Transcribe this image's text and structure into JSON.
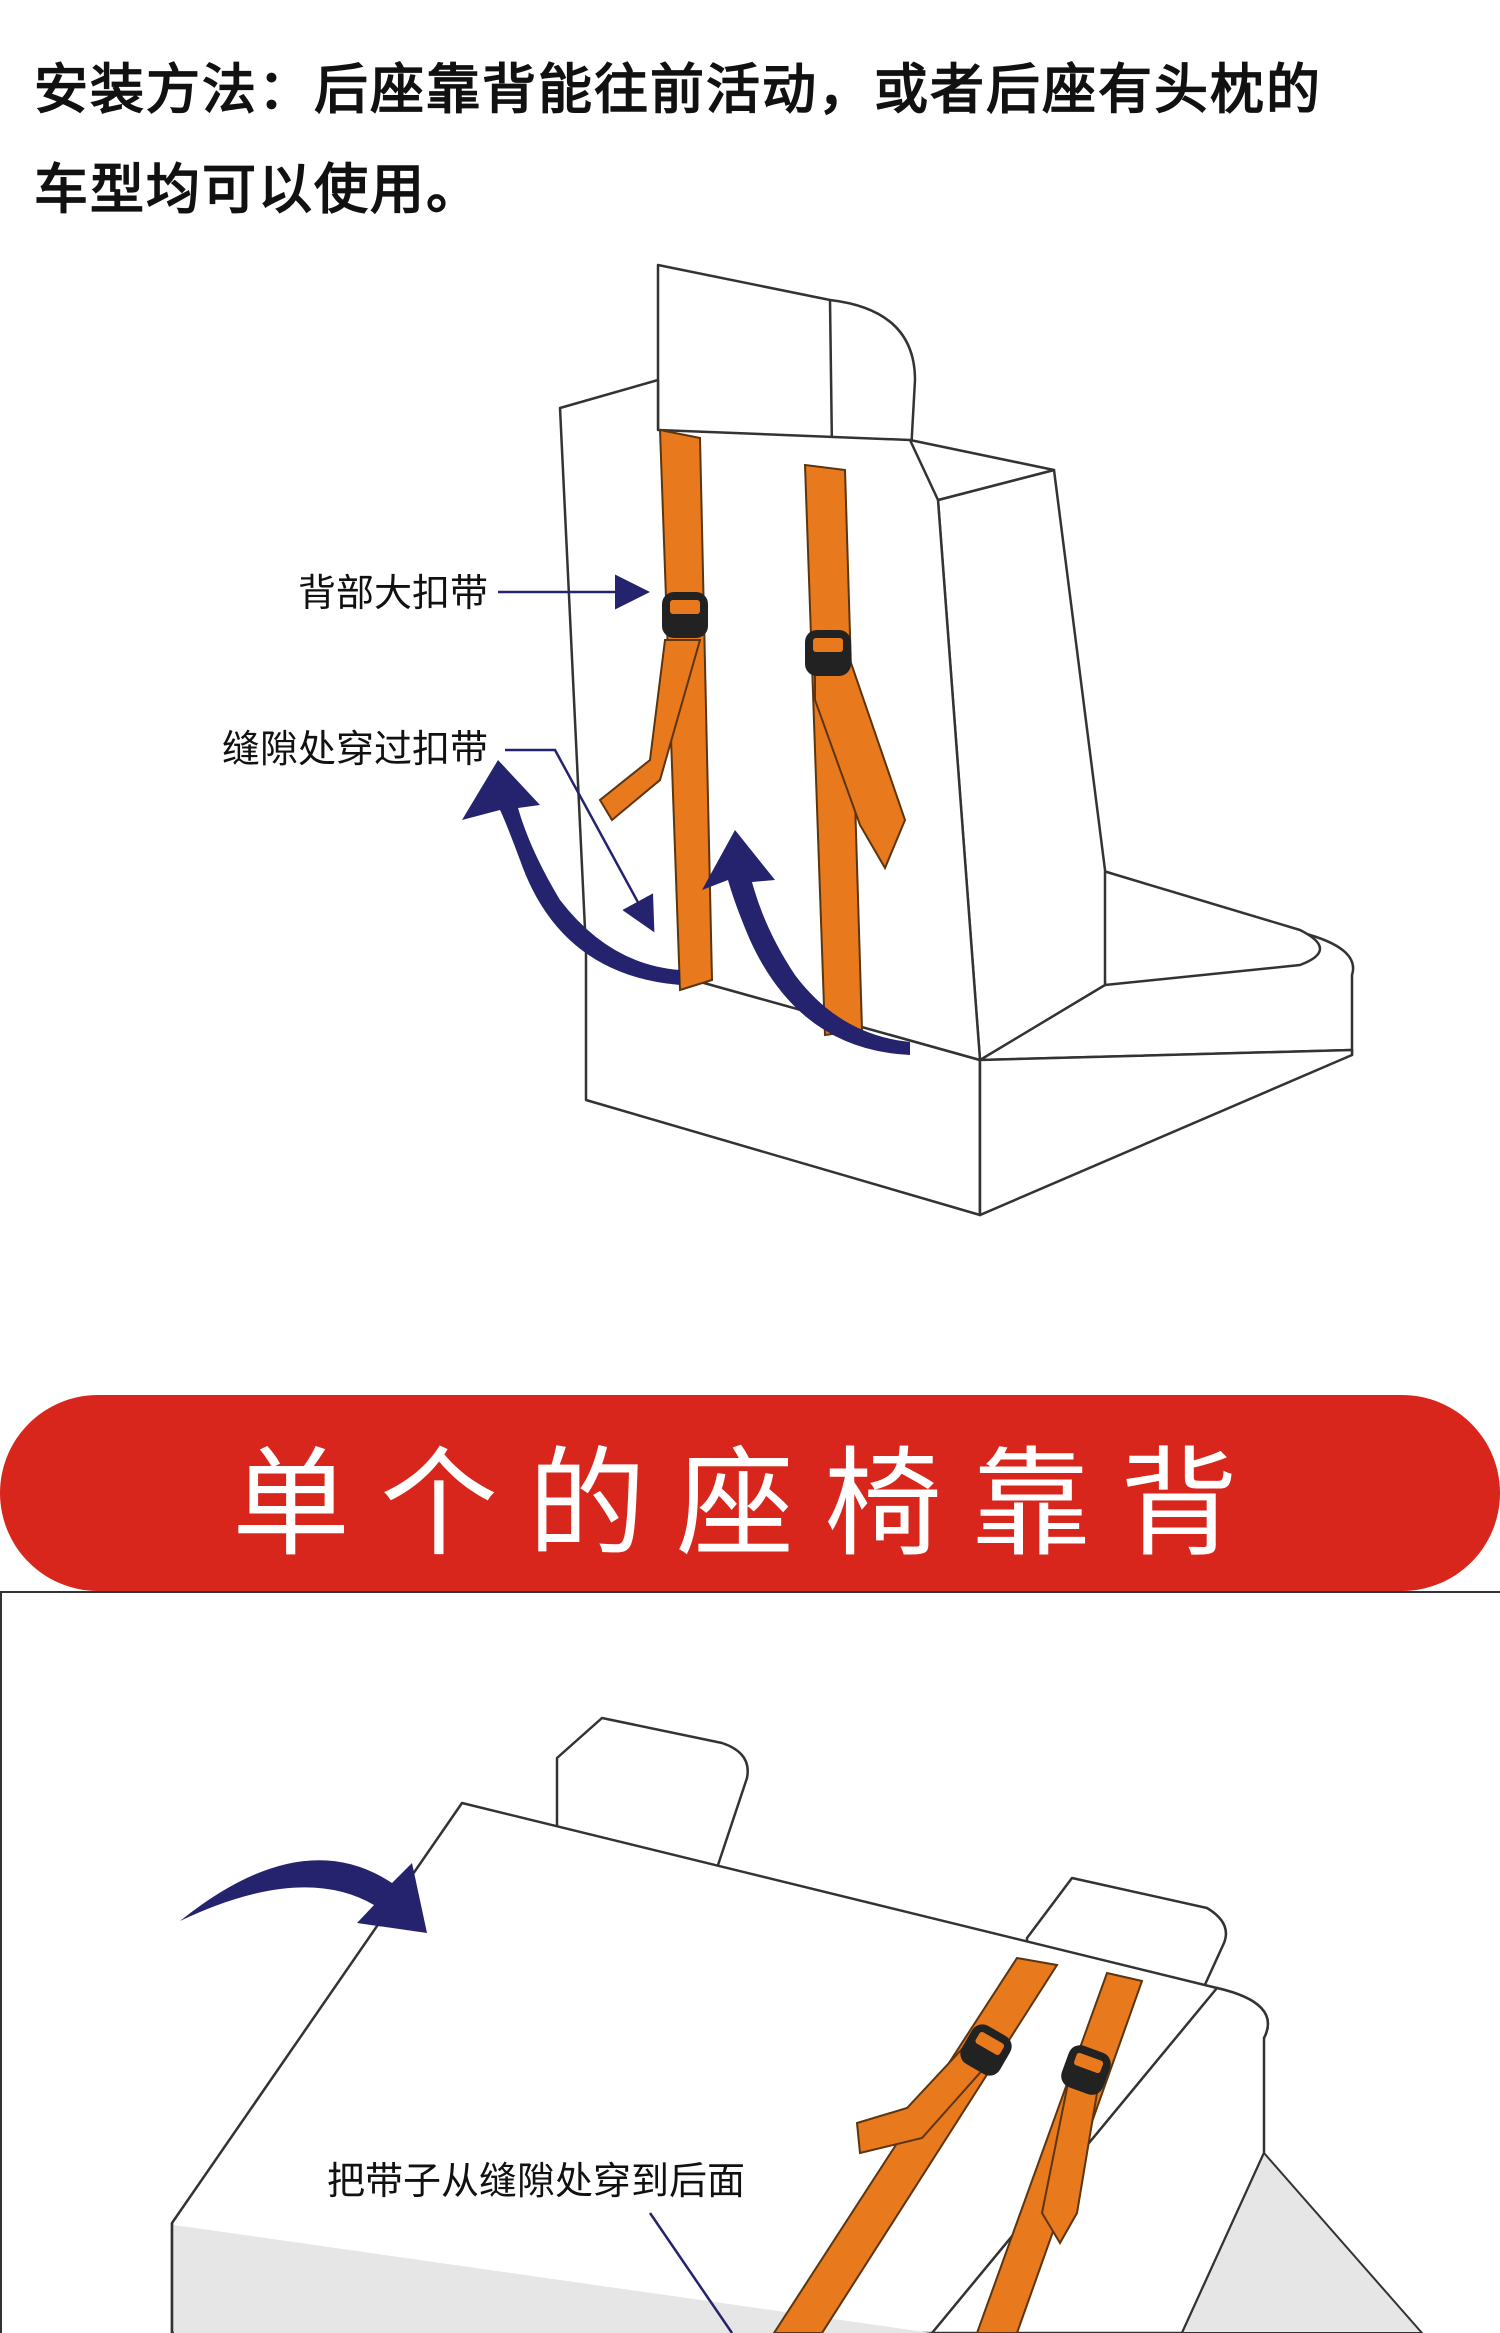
{
  "intro": {
    "line1": "安装方法：后座靠背能往前活动，或者后座有头枕的",
    "line2": "车型均可以使用。"
  },
  "diagram1": {
    "label_back_strap": "背部大扣带",
    "label_gap_strap": "缝隙处穿过扣带"
  },
  "banner": {
    "title": "单个的座椅靠背"
  },
  "diagram2": {
    "label_pull_through": "把带子从缝隙处穿到后面"
  },
  "colors": {
    "strap": "#e8791c",
    "arrow": "#25236e",
    "banner": "#d9261c",
    "outline": "#333333"
  }
}
